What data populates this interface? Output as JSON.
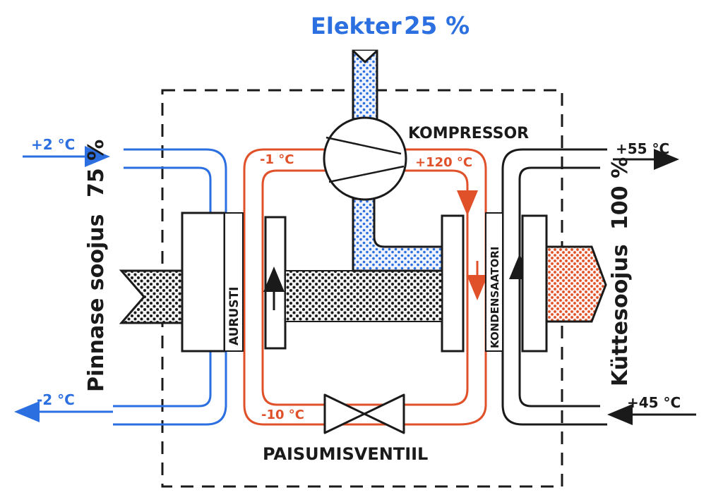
{
  "labels": {
    "electricity": "Elekter",
    "electricity_pct": "25 %",
    "compressor": "KOMPRESSOR",
    "evaporator": "AURUSTI",
    "condenser": "KONDENSAATORI",
    "expansion_valve": "PAISUMISVENTIIL",
    "ground_heat": "Pinnase soojus",
    "ground_pct": "75 %",
    "heating_heat": "Küttesoojus",
    "heating_pct": "100 %",
    "ground_in_temp": "+2 °C",
    "ground_out_temp": "-2 °C",
    "evap_out_temp": "-1 °C",
    "comp_out_temp": "+120 °C",
    "valve_out_temp": "-10 °C",
    "heat_out_temp": "+55 °C",
    "heat_in_temp": "+45 °C"
  },
  "colors": {
    "cold_loop": "#2b6fe0",
    "refrigerant_loop": "#e0512a",
    "heating_loop": "#1a1a1a",
    "dashed_frame": "#1a1a1a"
  }
}
